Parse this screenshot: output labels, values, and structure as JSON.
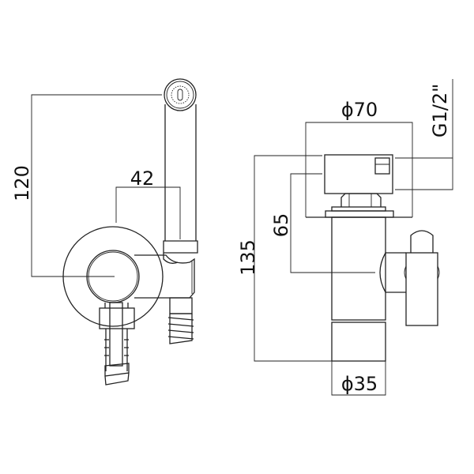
{
  "left_view": {
    "dimensions": {
      "height": "120",
      "offset": "42"
    }
  },
  "right_view": {
    "dimensions": {
      "plate_diameter": "ϕ70",
      "thread": "G1/2\"",
      "total_height": "135",
      "outlet_height": "65",
      "body_diameter": "ϕ35"
    }
  },
  "colors": {
    "line": "#222222",
    "background": "#ffffff"
  }
}
